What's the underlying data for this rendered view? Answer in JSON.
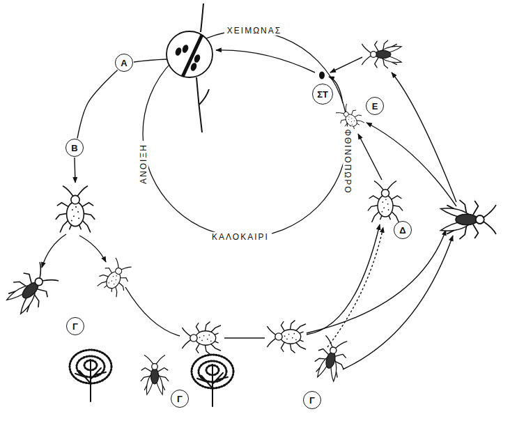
{
  "diagram": {
    "nodes": [
      {
        "text": [
          "Α"
        ]
      },
      {
        "text": [
          "Β"
        ]
      },
      {
        "text": [
          "Γ"
        ]
      },
      {
        "text": [
          "Γ"
        ]
      },
      {
        "text": [
          "Γ"
        ]
      },
      {
        "text": [
          "Δ"
        ]
      },
      {
        "text": [
          "Ε"
        ]
      },
      {
        "text": [
          "ΣΤ"
        ]
      }
    ],
    "edges": [
      {
        "from": 0,
        "to": 1,
        "arrow": "none"
      }
    ],
    "labels": [
      "ΧΕΙΜΩΝΑΣ",
      "ΦΘΙΝΟΠΩΡΟ",
      "ΚΑΛΟΚΑΙΡΙ",
      "ΑΝΟΙΞΗ"
    ]
  }
}
